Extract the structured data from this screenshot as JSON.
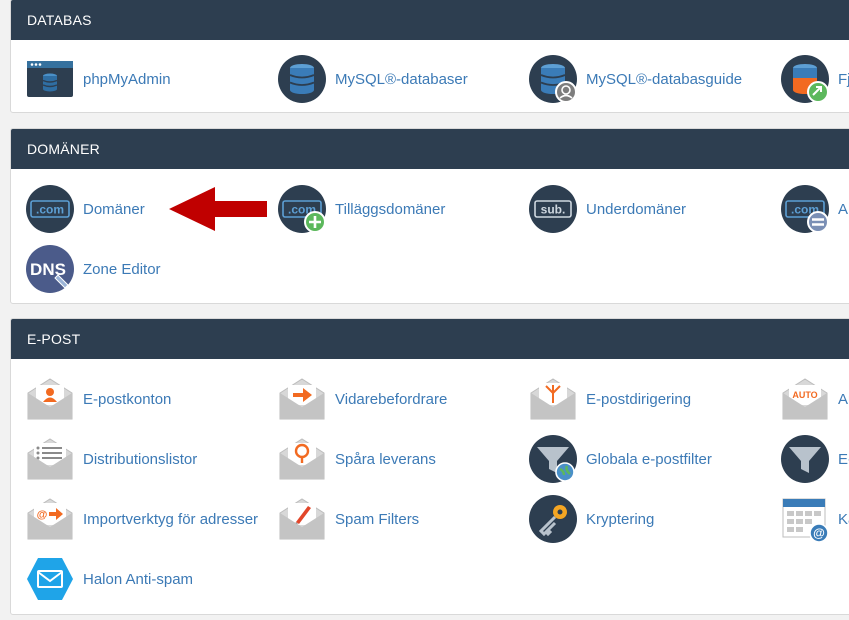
{
  "databases": {
    "title": "DATABAS",
    "items": [
      {
        "label": "phpMyAdmin",
        "icon": "phpmyadmin-icon"
      },
      {
        "label": "MySQL®-databaser",
        "icon": "mysql-databases-icon"
      },
      {
        "label": "MySQL®-databasguide",
        "icon": "mysql-wizard-icon"
      },
      {
        "label": "Fj",
        "icon": "remote-mysql-icon"
      }
    ]
  },
  "domains": {
    "title": "DOMÄNER",
    "items": [
      {
        "label": "Domäner",
        "icon": "domains-icon",
        "badge": ".com"
      },
      {
        "label": "Tilläggsdomäner",
        "icon": "addon-domains-icon",
        "badge": ".com"
      },
      {
        "label": "Underdomäner",
        "icon": "subdomains-icon",
        "badge": "sub."
      },
      {
        "label": "Al",
        "icon": "aliases-icon",
        "badge": ".com"
      },
      {
        "label": "Zone Editor",
        "icon": "zone-editor-icon",
        "badge": "DNS"
      }
    ],
    "highlight_arrow": "red-arrow-icon"
  },
  "email": {
    "title": "E-POST",
    "items": [
      {
        "label": "E-postkonton",
        "icon": "email-accounts-icon"
      },
      {
        "label": "Vidarebefordrare",
        "icon": "forwarders-icon"
      },
      {
        "label": "E-postdirigering",
        "icon": "email-routing-icon"
      },
      {
        "label": "Au",
        "icon": "autoresponders-icon",
        "badge": "AUTO"
      },
      {
        "label": "Distributionslistor",
        "icon": "mailing-lists-icon"
      },
      {
        "label": "Spåra leverans",
        "icon": "track-delivery-icon"
      },
      {
        "label": "Globala e-postfilter",
        "icon": "global-filters-icon"
      },
      {
        "label": "E-",
        "icon": "email-filters-icon"
      },
      {
        "label": "Importverktyg för adresser",
        "icon": "import-addresses-icon"
      },
      {
        "label": "Spam Filters",
        "icon": "spam-filters-icon"
      },
      {
        "label": "Kryptering",
        "icon": "encryption-icon"
      },
      {
        "label": "Ka",
        "icon": "calendar-icon"
      },
      {
        "label": "Halon Anti-spam",
        "icon": "halon-antispam-icon"
      }
    ]
  },
  "colors": {
    "header_bg": "#2d3e50",
    "link": "#3c7ab6",
    "icon_dark": "#2d3e50",
    "accent_orange": "#f26a21",
    "accent_green": "#5cb85c",
    "arrow_red": "#c00000"
  }
}
